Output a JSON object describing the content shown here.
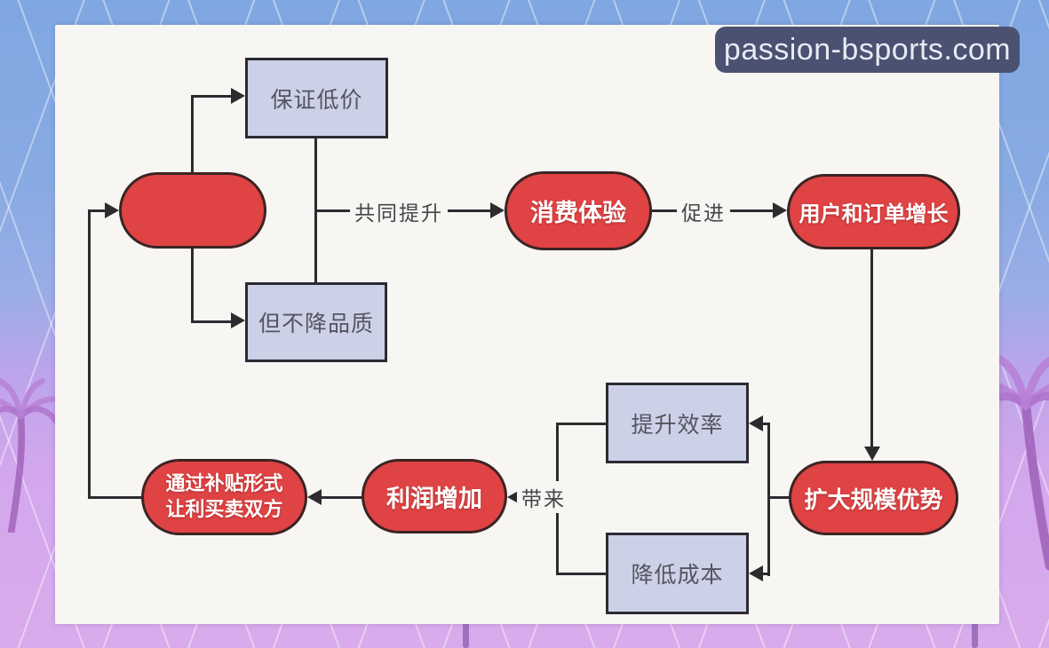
{
  "watermark": {
    "text": "passion-bsports.com",
    "bg_color": "#4a5171",
    "text_color": "#e7ebf4"
  },
  "diagram": {
    "colors": {
      "pill_fill": "#df4344",
      "pill_text": "#ffffff",
      "box_fill": "#cdd1e7",
      "box_border": "#2c2b33",
      "box_text": "#54545f",
      "line": "#2e2b30",
      "card_bg": "#f7f6f3"
    },
    "nodes": {
      "start": {
        "label": ""
      },
      "guarantee_low_price": {
        "label": "保证低价"
      },
      "keep_quality": {
        "label": "但不降品质"
      },
      "consumer_experience": {
        "label": "消费体验"
      },
      "user_order_growth": {
        "label": "用户和订单增长"
      },
      "expand_scale": {
        "label": "扩大规模优势"
      },
      "improve_efficiency": {
        "label": "提升效率"
      },
      "reduce_cost": {
        "label": "降低成本"
      },
      "profit_increase": {
        "label": "利润增加"
      },
      "subsidy": {
        "line1": "通过补贴形式",
        "line2": "让利买卖双方"
      }
    },
    "edge_labels": {
      "jointly_improve": "共同提升",
      "promote": "促进",
      "bring": "带来"
    }
  }
}
